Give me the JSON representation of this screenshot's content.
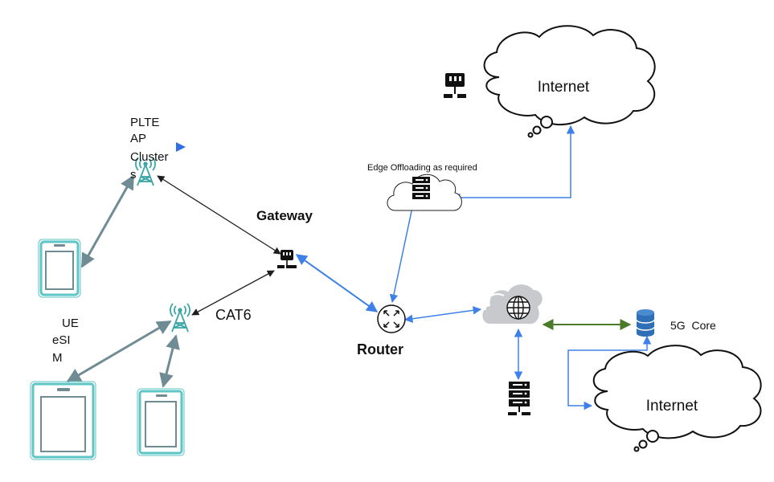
{
  "labels": {
    "plte_line1": "PLTE",
    "plte_line2": "AP",
    "plte_line3": "Cluster",
    "plte_line4": "s",
    "gateway": "Gateway",
    "cat6": "CAT6",
    "ue_line1": "UE",
    "ue_line2": "eSI",
    "ue_line3": "M",
    "router": "Router",
    "edge_offload": "Edge Offloading as required",
    "internet_top": "Internet",
    "internet_bottom": "Internet",
    "core_5g": "5G  Core"
  },
  "icons": {
    "phone": "mobile-phone-icon",
    "tablet": "tablet-icon",
    "tower": "cell-tower-icon",
    "gateway": "gateway-device-icon",
    "router": "router-icon",
    "server": "server-rack-icon",
    "globe": "globe-icon",
    "database": "database-icon",
    "cloud": "cloud-icon"
  },
  "colors": {
    "device_outline": "#5ec6c6",
    "tower": "#3aa6a6",
    "gray_link": "#6f8c95",
    "blue_link": "#3f80e8",
    "black_link": "#1f1f1f",
    "green_link": "#4a7a2a",
    "pointer": "#2f6fe0",
    "db_blue": "#2f6fb7"
  }
}
